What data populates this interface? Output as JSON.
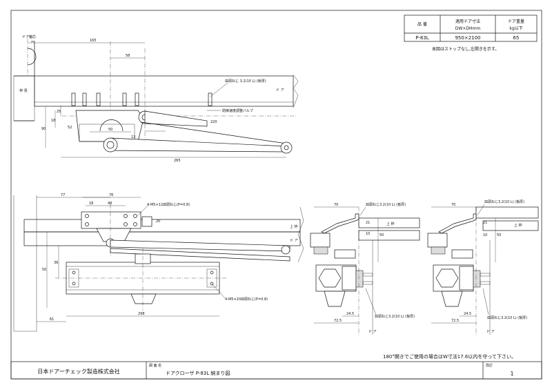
{
  "spec_table": {
    "headers": {
      "item": "品 番",
      "door_size": "適用ドア寸法",
      "door_size_sub": "DW×DHmm",
      "door_weight": "ドア重量",
      "door_weight_sub": "kg以下"
    },
    "row": {
      "item": "P-83L",
      "door_size": "950×2100",
      "door_weight": "65"
    }
  },
  "note": "本図はストップなし,左開きを示す。",
  "bottom_note": "180°開きでご使用の場合はW寸法17.6以内を守って下さい。",
  "title_block": {
    "company": "日本ドアーチェック製造株式会社",
    "drawing_name_label": "図 面 名",
    "drawing_name": "ドアクローザ P-83L 納まり図",
    "drawing_no_label": "改訂",
    "drawing_no": "1"
  },
  "top_view": {
    "labels": {
      "door_center": "ドア軸芯",
      "frame": "枠 見",
      "door": "ド ア",
      "screw": "皿頭ねじ 3.2(10 L) (板厚)",
      "valve": "閉扉速度調整バルブ"
    },
    "dims": {
      "d165": "165",
      "d58": "58",
      "d25": "25",
      "d18": "18",
      "d90": "90",
      "d50": "50",
      "d220": "220",
      "d265": "265",
      "d52": "52",
      "d13": "13"
    }
  },
  "front_view": {
    "labels": {
      "bracket_screw": "4-M5×12皿頭ねじ(P=0.8)",
      "body_screw": "4-M5×20皿頭ねじ(P=0.8)",
      "upper_frame": "上 枠",
      "door": "ド ア"
    },
    "dims": {
      "d77": "77",
      "d76": "76",
      "d18": "18",
      "d48": "48",
      "d36": "36",
      "d61": "61",
      "d298": "298",
      "d50": "50",
      "d20": "20"
    }
  },
  "side_view_a": {
    "labels": {
      "screw_top": "皿頭ねじ3.2(10 L) (板厚)",
      "screw_bottom": "皿頭ねじ3.2(10 L) (板厚)",
      "upper_frame": "上 枠",
      "door": "ド ア"
    },
    "dims": {
      "d70": "70",
      "d50": "50",
      "d72_5": "72.5",
      "d24_5": "24.5",
      "d21": "21",
      "d10": "10"
    }
  },
  "side_view_b": {
    "labels": {
      "screw_top": "皿頭ねじ3.2(10 L) (板厚)",
      "screw_bottom": "皿頭ねじ3.2(10 L) (板厚)",
      "upper_frame": "上 枠",
      "door": "ド ア"
    },
    "dims": {
      "d70": "70",
      "d50": "50",
      "d72_5": "72.5",
      "d24_5": "24.5",
      "d21": "21",
      "d10": "10"
    }
  }
}
